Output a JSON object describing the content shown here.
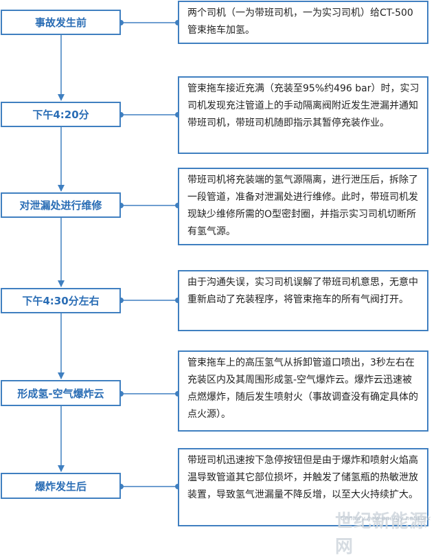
{
  "steps": [
    {
      "label": "事故发生前",
      "text": "两个司机（一为带班司机，一为实习司机）给CT-500管束拖车加氢。"
    },
    {
      "label": "下午4:20分",
      "text": "管束拖车接近充满（充装至95%约496 bar）时，实习司机发现充注管道上的手动隔离阀附近发生泄漏并通知带班司机，带班司机随即指示其暂停充装作业。"
    },
    {
      "label": "对泄漏处进行维修",
      "text": "带班司机将充装端的氢气源隔离，进行泄压后，拆除了一段管道，准备对泄漏处进行维修。此时，带班司机发现缺少维修所需的O型密封圈，并指示实习司机切断所有氢气源。"
    },
    {
      "label": "下午4:30分左右",
      "text": "由于沟通失误，实习司机误解了带班司机意思，无意中重新启动了充装程序，将管束拖车的所有气阀打开。"
    },
    {
      "label": "形成氢-空气爆炸云",
      "text": "管束拖车上的高压氢气从拆卸管道口喷出，3秒左右在充装区内及其周围形成氢-空气爆炸云。爆炸云迅速被点燃爆炸，随后发生喷射火（事故调查没有确定具体的点火源）。"
    },
    {
      "label": "爆炸发生后",
      "text": "带班司机迅速按下急停按钮但是由于爆炸和喷射火焰高温导致管道其它部位损坏，并触发了储氢瓶的热敏泄放装置，导致氢气泄漏量不降反增，以至大火持续扩大。"
    }
  ],
  "watermark": {
    "title": "世纪新能源网",
    "subtitle": "Century new energy network"
  },
  "colors": {
    "line": "#3f7fc0",
    "label_text": "#2a6db5",
    "body_text": "#222222"
  }
}
